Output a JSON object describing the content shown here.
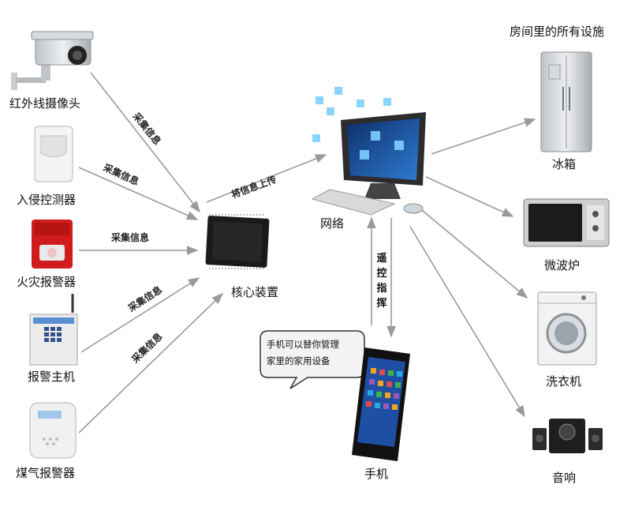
{
  "title": "房间里的所有设施",
  "sensors": [
    {
      "label": "红外线摄像头",
      "icon": "ir-camera-icon",
      "edge_label": "采集信息"
    },
    {
      "label": "入侵控测器",
      "icon": "intrusion-detector-icon",
      "edge_label": "采集信息"
    },
    {
      "label": "火灾报警器",
      "icon": "fire-alarm-icon",
      "edge_label": "采集信息"
    },
    {
      "label": "报警主机",
      "icon": "alarm-host-icon",
      "edge_label": "采集信息"
    },
    {
      "label": "煤气报警器",
      "icon": "gas-alarm-icon",
      "edge_label": "采集信息"
    }
  ],
  "core": {
    "label": "核心装置",
    "icon": "chip-icon"
  },
  "network": {
    "label": "网络",
    "icon": "computer-icon",
    "upload_label": "将信息上传"
  },
  "phone": {
    "label": "手机",
    "icon": "smartphone-icon",
    "remote_label": "遥控指挥"
  },
  "bubble": {
    "line1": "手机可以替你管理",
    "line2": "家里的家用设备"
  },
  "appliances": [
    {
      "label": "冰箱",
      "icon": "refrigerator-icon"
    },
    {
      "label": "微波炉",
      "icon": "microwave-icon"
    },
    {
      "label": "洗衣机",
      "icon": "washing-machine-icon"
    },
    {
      "label": "音响",
      "icon": "speaker-icon"
    }
  ],
  "colors": {
    "arrow": "#999999",
    "chip": "#1a1a1a",
    "screen": "#2a63b8",
    "alarm_red": "#d01c1c"
  }
}
